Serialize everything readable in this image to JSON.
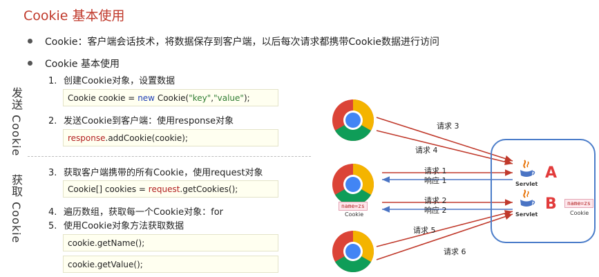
{
  "title": "Cookie 基本使用",
  "bullets": [
    "Cookie：客户端会话技术，将数据保存到客户端，以后每次请求都携带Cookie数据进行访问",
    "Cookie 基本使用"
  ],
  "side_labels": {
    "send": "发送 Cookie",
    "get": "获取 Cookie"
  },
  "steps": [
    {
      "num": "1.",
      "text": "创建Cookie对象，设置数据"
    },
    {
      "num": "2.",
      "text": "发送Cookie到客户端：使用response对象"
    },
    {
      "num": "3.",
      "text": "获取客户端携带的所有Cookie，使用request对象"
    },
    {
      "num": "4.",
      "text": "遍历数组，获取每一个Cookie对象：for"
    },
    {
      "num": "5.",
      "text": "使用Cookie对象方法获取数据"
    }
  ],
  "code": {
    "line1": {
      "a": "Cookie cookie = ",
      "kw": "new",
      "b": " Cookie(",
      "s1": "\"key\"",
      "c": ",",
      "s2": "\"value\"",
      "d": ");"
    },
    "line2": {
      "obj": "response",
      "rest": ".addCookie(cookie);"
    },
    "line3": {
      "a": "Cookie[] cookies = ",
      "obj": "request",
      "rest": ".getCookies();"
    },
    "line4": "cookie.getName();",
    "line5": "cookie.getValue();"
  },
  "diagram": {
    "requests": [
      "请求 3",
      "请求 4",
      "请求 1",
      "响应 1",
      "请求 2",
      "响应 2",
      "请求 5",
      "请求 6"
    ],
    "servlet_label": "Servlet",
    "server_a": "A",
    "server_b": "B",
    "cookie_tag": "name=zs",
    "cookie_caption": "Cookie",
    "colors": {
      "request": "#c0392b",
      "response": "#4a74c4",
      "server_border": "#4a7cc9"
    }
  }
}
